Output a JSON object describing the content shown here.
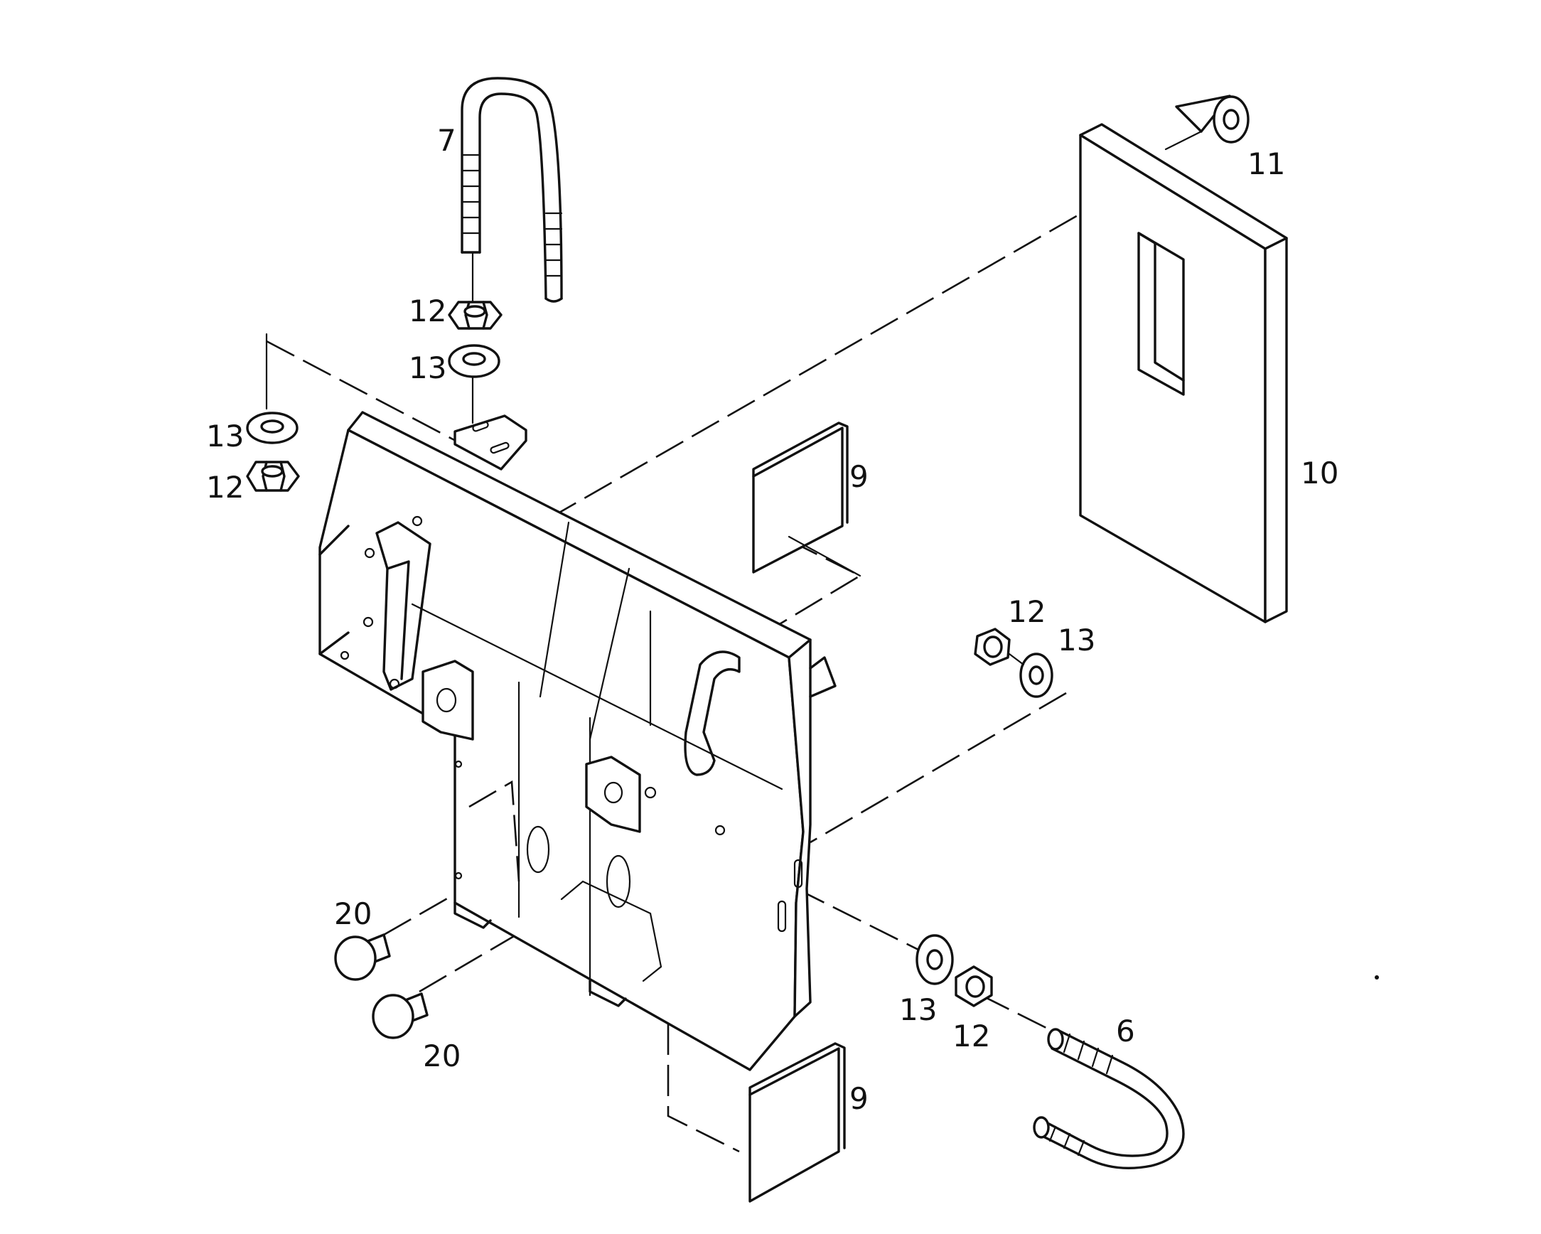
{
  "callouts": {
    "c7": "7",
    "c12_top": "12",
    "c13_top": "13",
    "c13_left": "13",
    "c12_left": "12",
    "c11": "11",
    "c10": "10",
    "c9_top": "9",
    "c12_right": "12",
    "c13_right": "13",
    "c20_top": "20",
    "c20_bottom": "20",
    "c13_bottom": "13",
    "c12_bottom": "12",
    "c6": "6",
    "c9_bottom": "9"
  },
  "icons": {
    "u_bolt": "u-bolt-icon",
    "hex_nut": "hex-nut-icon",
    "washer": "washer-icon",
    "cone_cap": "cone-cap-icon",
    "pad": "pad-icon",
    "knob": "knob-icon",
    "bracket": "mounting-bracket-icon"
  }
}
